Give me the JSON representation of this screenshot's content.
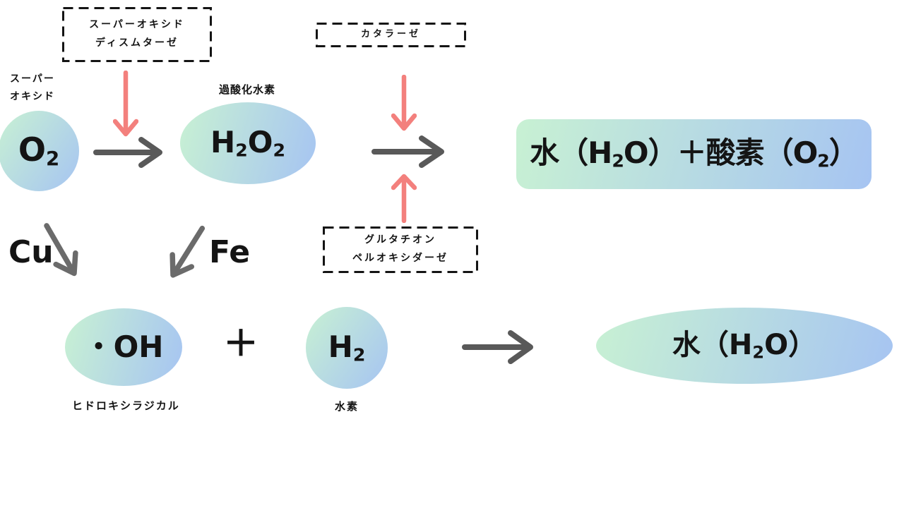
{
  "palette": {
    "node_gradient_left": "#c8f1d3",
    "node_gradient_right": "#a6c4f2",
    "arrow_gray": "#595959",
    "arrow_red": "#f3807d",
    "text": "#141414"
  },
  "enzyme_boxes": {
    "sod": {
      "line1": "スーパーオキシド",
      "line2": "ディスムターゼ"
    },
    "catalase": {
      "label": "カタラーゼ"
    },
    "glutathione_peroxidase": {
      "line1": "グルタチオン",
      "line2": "ペルオキシダーゼ"
    }
  },
  "nodes": {
    "superoxide": {
      "caption_line1": "スーパー",
      "caption_line2": "オキシド",
      "formula": {
        "p1": "O",
        "s1": "2"
      }
    },
    "hydrogen_peroxide": {
      "caption": "過酸化水素",
      "formula": {
        "p1": "H",
        "s1": "2",
        "p2": "O",
        "s2": "2"
      }
    },
    "water_plus_oxygen": {
      "formula": {
        "p1": "水（H",
        "s1": "2",
        "p2": "O）＋酸素（O",
        "s2": "2",
        "p3": "）"
      }
    },
    "hydroxyl_radical": {
      "caption": "ヒドロキシラジカル",
      "formula": {
        "p1": "・OH"
      }
    },
    "hydrogen": {
      "caption": "水素",
      "formula": {
        "p1": "H",
        "s1": "2"
      }
    },
    "water": {
      "formula": {
        "p1": "水（H",
        "s1": "2",
        "p2": "O）"
      }
    }
  },
  "catalysts": {
    "cu": "Cu",
    "fe": "Fe"
  },
  "operators": {
    "plus": "＋"
  }
}
